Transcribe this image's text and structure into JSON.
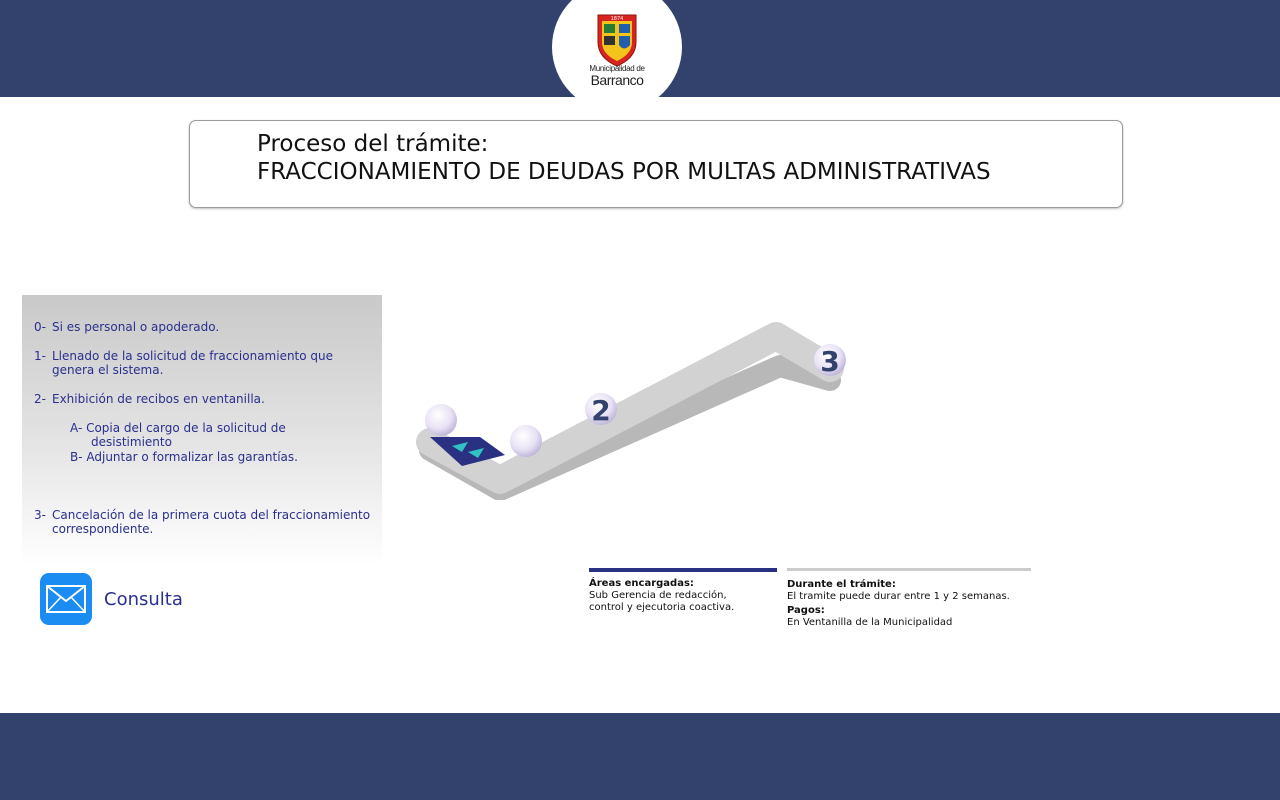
{
  "header": {
    "logo": {
      "year": "1874",
      "caption_small": "Municipalidad de",
      "caption_big": "Barranco"
    }
  },
  "title": {
    "line1": "Proceso del trámite:",
    "line2": "FRACCIONAMIENTO DE DEUDAS POR MULTAS ADMINISTRATIVAS"
  },
  "steps": {
    "s0": {
      "num": "0-",
      "lines": [
        "Si es personal o apoderado."
      ]
    },
    "s1": {
      "num": "1-",
      "lines": [
        "Llenado de la solicitud de fraccionamiento que",
        "genera el sistema."
      ]
    },
    "s2": {
      "num": "2-",
      "lines": [
        "Exhibición de recibos en ventanilla."
      ]
    },
    "s2a": [
      "A- Copia del cargo de la solicitud de",
      "desistimiento"
    ],
    "s2b": "B- Adjuntar o formalizar las garantías.",
    "s3": {
      "num": "3-",
      "lines": [
        "Cancelación de la primera cuota del fraccionamiento",
        "correspondiente."
      ]
    }
  },
  "consulta": {
    "label": "Consulta",
    "icon": "mail-icon"
  },
  "diagram": {
    "marker2": "2",
    "marker3": "3"
  },
  "info": {
    "areas_title": "Áreas encargadas:",
    "areas_lines": [
      "Sub Gerencia de redacción,",
      "control y ejecutoria coactiva."
    ],
    "durante_title": "Durante el trámite:",
    "durante_text": "El tramite puede durar entre 1 y 2 semanas.",
    "pagos_title": "Pagos:",
    "pagos_text": "En Ventanilla de la Municipalidad"
  },
  "colors": {
    "band": "#33426c",
    "step_text": "#2a2f8e",
    "mail_blue": "#1a8cf2"
  }
}
